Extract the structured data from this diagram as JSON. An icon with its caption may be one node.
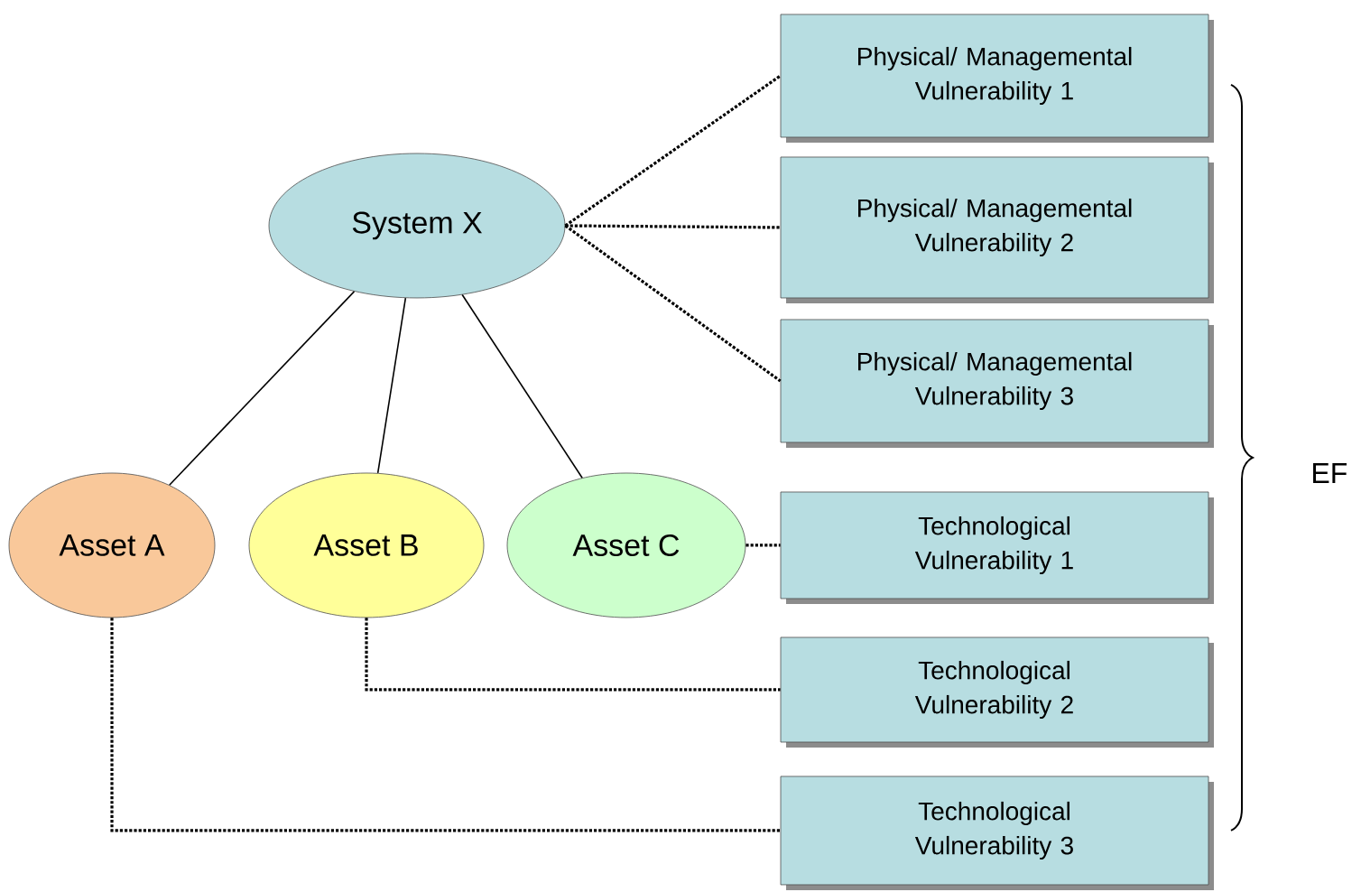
{
  "diagram": {
    "nodes": [
      {
        "text": [
          "System X"
        ]
      },
      {
        "text": [
          "Asset A"
        ]
      },
      {
        "text": [
          "Asset B"
        ]
      },
      {
        "text": [
          "Asset C"
        ]
      },
      {
        "text": [
          "Physical/ Managemental Vulnerability 1"
        ]
      },
      {
        "text": [
          "Physical/ Managemental Vulnerability 2"
        ]
      },
      {
        "text": [
          "Physical/ Managemental Vulnerability 3"
        ]
      },
      {
        "text": [
          "Technological Vulnerability 1"
        ]
      },
      {
        "text": [
          "Technological Vulnerability 2"
        ]
      },
      {
        "text": [
          "Technological Vulnerability 3"
        ]
      }
    ],
    "edges": [
      {
        "from": 0,
        "to": 1,
        "arrow": "none"
      },
      {
        "from": 0,
        "to": 2,
        "arrow": "none"
      },
      {
        "from": 0,
        "to": 3,
        "arrow": "none"
      },
      {
        "from": 0,
        "to": 4,
        "arrow": "none",
        "style": "dashed"
      },
      {
        "from": 0,
        "to": 5,
        "arrow": "none",
        "style": "dashed"
      },
      {
        "from": 0,
        "to": 6,
        "arrow": "none",
        "style": "dashed"
      },
      {
        "from": 3,
        "to": 7,
        "arrow": "none",
        "style": "dashed"
      },
      {
        "from": 2,
        "to": 8,
        "arrow": "none",
        "style": "dashed"
      },
      {
        "from": 1,
        "to": 9,
        "arrow": "none",
        "style": "dashed"
      }
    ],
    "labels": [
      "EF"
    ]
  }
}
